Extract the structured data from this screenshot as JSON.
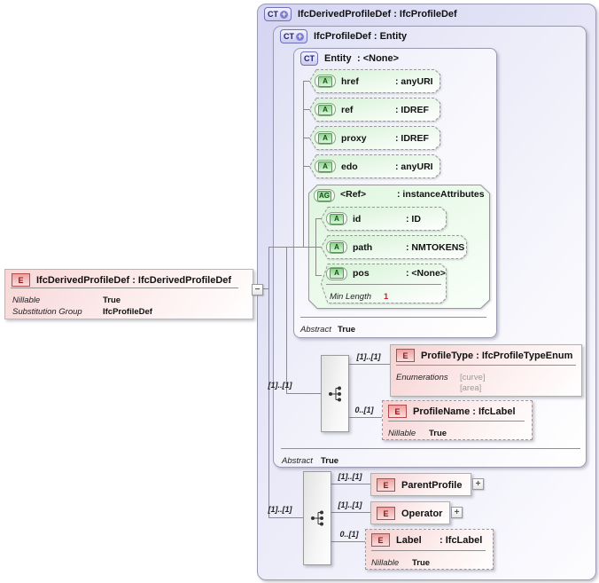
{
  "colors": {
    "container_fill": "#d5d5f2",
    "attribute_green": "#d6f2d6",
    "element_pink": "#f6d2d2",
    "badge_element": "#8c1414",
    "badge_attribute": "#145014",
    "badge_complextype": "#1a1a6e",
    "facet_red": "#cc2222",
    "line_gray": "#8a8a8a"
  },
  "root": {
    "badge": "E",
    "title": "IfcDerivedProfileDef : IfcDerivedProfileDef",
    "props": [
      {
        "name": "Nillable",
        "value": "True"
      },
      {
        "name": "Substitution Group",
        "value": "IfcProfileDef"
      }
    ],
    "collapse_glyph": "−"
  },
  "outer": {
    "badge": "CT",
    "plus_glyph": "+",
    "title": "IfcDerivedProfileDef : IfcProfileDef"
  },
  "profile_def": {
    "badge": "CT",
    "plus_glyph": "+",
    "title": "IfcProfileDef : Entity",
    "abstract": {
      "name": "Abstract",
      "value": "True"
    }
  },
  "entity": {
    "badge": "CT",
    "name": "Entity",
    "type": ": <None>",
    "attributes": [
      {
        "badge": "A",
        "name": "href",
        "type": ": anyURI"
      },
      {
        "badge": "A",
        "name": "ref",
        "type": ": IDREF"
      },
      {
        "badge": "A",
        "name": "proxy",
        "type": ": IDREF"
      },
      {
        "badge": "A",
        "name": "edo",
        "type": ": anyURI"
      }
    ],
    "ref_group": {
      "badge": "AG",
      "name": "<Ref>",
      "type": ": instanceAttributes",
      "attributes": [
        {
          "badge": "A",
          "name": "id",
          "type": ": ID"
        },
        {
          "badge": "A",
          "name": "path",
          "type": ": NMTOKENS"
        }
      ],
      "pos": {
        "badge": "A",
        "name": "pos",
        "type": ": <None>",
        "facet": {
          "name": "Min Length",
          "value": "1"
        }
      }
    },
    "abstract": {
      "name": "Abstract",
      "value": "True"
    }
  },
  "seq1": {
    "card_in": "[1]..[1]"
  },
  "profile_type": {
    "card": "[1]..[1]",
    "badge": "E",
    "title": "ProfileType : IfcProfileTypeEnum",
    "enum": {
      "name": "Enumerations",
      "values": [
        "[curve]",
        "[area]"
      ]
    }
  },
  "profile_name": {
    "card": "0..[1]",
    "badge": "E",
    "title": "ProfileName : IfcLabel",
    "nillable": {
      "name": "Nillable",
      "value": "True"
    }
  },
  "seq2": {
    "card_in": "[1]..[1]"
  },
  "parent_profile": {
    "card": "[1]..[1]",
    "badge": "E",
    "title": "ParentProfile",
    "expand_glyph": "+"
  },
  "operator": {
    "card": "[1]..[1]",
    "badge": "E",
    "title": "Operator",
    "expand_glyph": "+"
  },
  "label_el": {
    "card": "0..[1]",
    "badge": "E",
    "name": "Label",
    "type": ": IfcLabel",
    "nillable": {
      "name": "Nillable",
      "value": "True"
    }
  }
}
